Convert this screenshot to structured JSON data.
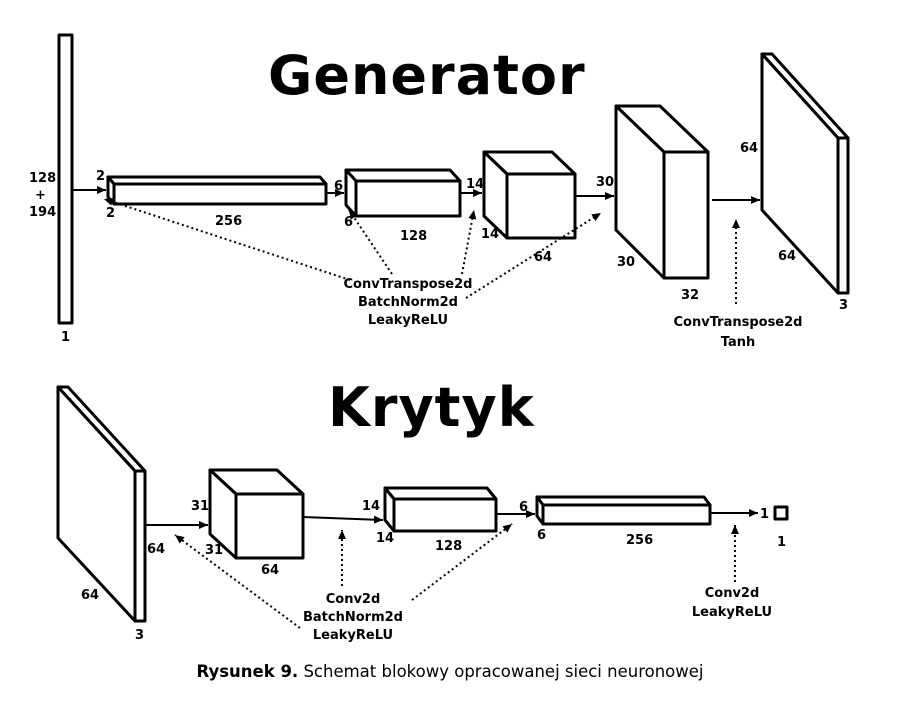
{
  "generator": {
    "title": "Generator",
    "input": {
      "dim1": "128",
      "plus": "+",
      "dim2": "194",
      "depth": "1"
    },
    "block1": {
      "top": "2",
      "side": "2",
      "length": "256"
    },
    "block2": {
      "top": "6",
      "side": "6",
      "length": "128"
    },
    "block3": {
      "top": "14",
      "side": "14",
      "length": "64"
    },
    "block4": {
      "top": "30",
      "side": "30",
      "length": "32"
    },
    "block5": {
      "top": "64",
      "side": "64",
      "depth": "3"
    },
    "layer_group_1": [
      "ConvTranspose2d",
      "BatchNorm2d",
      "LeakyReLU"
    ],
    "layer_group_2": [
      "ConvTranspose2d",
      "Tanh"
    ]
  },
  "critic": {
    "title": "Krytyk",
    "block1": {
      "side": "64",
      "bottom": "64",
      "depth": "3"
    },
    "block2": {
      "top": "31",
      "side": "31",
      "length": "64"
    },
    "block3": {
      "top": "14",
      "side": "14",
      "length": "128"
    },
    "block4": {
      "top": "6",
      "side": "6",
      "length": "256"
    },
    "output": {
      "left": "1",
      "bottom": "1"
    },
    "layer_group_1": [
      "Conv2d",
      "BatchNorm2d",
      "LeakyReLU"
    ],
    "layer_group_2": [
      "Conv2d",
      "LeakyReLU"
    ]
  },
  "caption": {
    "label": "Rysunek 9.",
    "text": "Schemat blokowy opracowanej sieci neuronowej"
  }
}
